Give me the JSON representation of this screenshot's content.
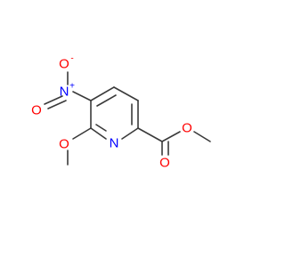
{
  "molecule": {
    "atoms": {
      "nitro_o_top": {
        "label": "O",
        "charge": "-"
      },
      "nitro_n": {
        "label": "N",
        "charge": "+"
      },
      "nitro_o_left": {
        "label": "O"
      },
      "methoxy_o": {
        "label": "O"
      },
      "ring_n": {
        "label": "N"
      },
      "carbonyl_o": {
        "label": "O"
      },
      "ester_o": {
        "label": "O"
      }
    },
    "colors": {
      "oxygen": "#ff0000",
      "nitrogen": "#0000ff",
      "bond": "#3a3a3a"
    }
  }
}
